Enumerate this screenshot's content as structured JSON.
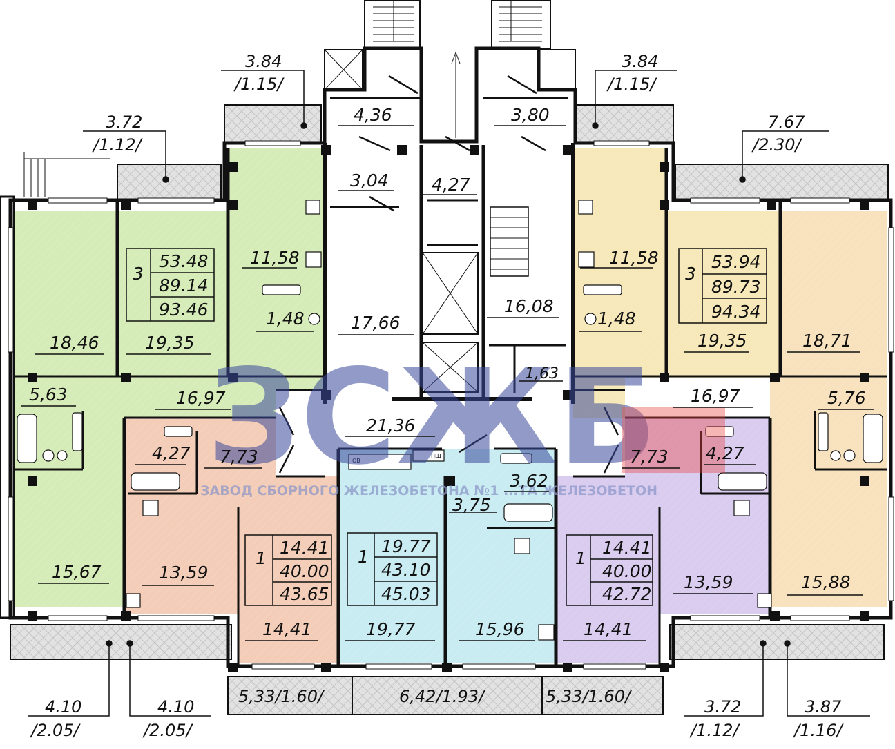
{
  "watermark": {
    "logo_text": "ЗСЖБ",
    "logo_colors": {
      "letters": "#3a4a9a",
      "accent": "#e8413c"
    },
    "subtitle": "ЗАВОД СБОРНОГО ЖЕЛЕЗОБЕТОНА №1 ...ТА ЖЕЛЕЗОБЕТОН"
  },
  "colors": {
    "green_apartment": "#d6ecb8",
    "salmon_apartment": "#f4cdb8",
    "cyan_apartment": "#c9ecf2",
    "lavender_apartment": "#d9ccef",
    "yellow_apartment": "#f6e8b8",
    "peach_apartment": "#f8e2be",
    "balcony_fill": "#e2e2e2",
    "wall": "#111111"
  },
  "apartments": [
    {
      "rooms": "3",
      "living": "53.48",
      "total": "89.14",
      "with_balcony": "93.46"
    },
    {
      "rooms": "3",
      "living": "53.94",
      "total": "89.73",
      "with_balcony": "94.34"
    },
    {
      "rooms": "1",
      "living": "14.41",
      "total": "40.00",
      "with_balcony": "43.65"
    },
    {
      "rooms": "1",
      "living": "19.77",
      "total": "43.10",
      "with_balcony": "45.03"
    },
    {
      "rooms": "1",
      "living": "14.41",
      "total": "40.00",
      "with_balcony": "42.72"
    }
  ],
  "rooms": [
    "18,46",
    "19,35",
    "11,58",
    "1,48",
    "5,63",
    "16,97",
    "4,27",
    "7,73",
    "15,67",
    "13,59",
    "14,41",
    "17,66",
    "16,08",
    "3,04",
    "4,27",
    "4,36",
    "3,80",
    "1,63",
    "21,36",
    "3,62",
    "3,75",
    "19,77",
    "15,96",
    "14,41",
    "11,58",
    "1,48",
    "19,35",
    "18,71",
    "16,97",
    "5,76",
    "7,73",
    "4,27",
    "13,59",
    "15,88"
  ],
  "balconies": [
    {
      "area": "3.84",
      "reduced": "/1.15/"
    },
    {
      "area": "3.84",
      "reduced": "/1.15/"
    },
    {
      "area": "3.72",
      "reduced": "/1.12/"
    },
    {
      "area": "7.67",
      "reduced": "/2.30/"
    },
    {
      "area": "4.10",
      "reduced": "/2.05/"
    },
    {
      "area": "4.10",
      "reduced": "/2.05/"
    },
    {
      "area": "3.72",
      "reduced": "/1.12/"
    },
    {
      "area": "3.87",
      "reduced": "/1.16/"
    }
  ],
  "loggias": [
    "5,33/1.60/",
    "6,42/1.93/",
    "5,33/1.60/"
  ],
  "equipment": {
    "ov": "ОВ",
    "pshch": "ПЩ"
  }
}
